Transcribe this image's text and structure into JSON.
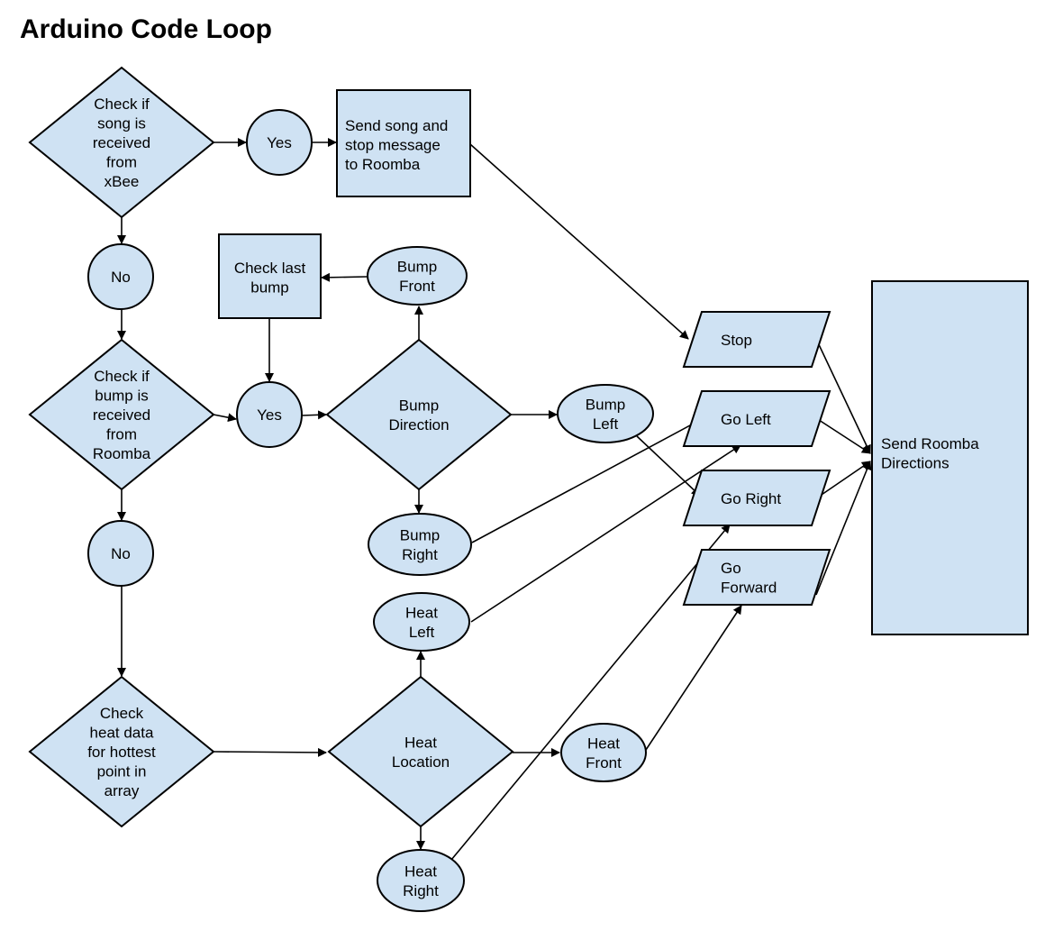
{
  "title": "Arduino Code Loop",
  "colors": {
    "fill": "#cfe2f3",
    "stroke": "#000000",
    "background": "#ffffff"
  },
  "nodes": [
    {
      "id": "check_song",
      "type": "decision",
      "lines": [
        "Check if",
        "song is",
        "received",
        "from",
        "xBee"
      ]
    },
    {
      "id": "yes_song",
      "type": "connector",
      "lines": [
        "Yes"
      ]
    },
    {
      "id": "send_song",
      "type": "process",
      "lines": [
        "Send song and",
        "stop message",
        "to Roomba"
      ]
    },
    {
      "id": "no_1",
      "type": "connector",
      "lines": [
        "No"
      ]
    },
    {
      "id": "check_bump",
      "type": "decision",
      "lines": [
        "Check if",
        "bump is",
        "received",
        "from",
        "Roomba"
      ]
    },
    {
      "id": "yes_bump",
      "type": "connector",
      "lines": [
        "Yes"
      ]
    },
    {
      "id": "check_last_bump",
      "type": "process",
      "lines": [
        "Check last",
        "bump"
      ]
    },
    {
      "id": "bump_front",
      "type": "connector",
      "lines": [
        "Bump",
        "Front"
      ]
    },
    {
      "id": "bump_direction",
      "type": "decision",
      "lines": [
        "Bump",
        "Direction"
      ]
    },
    {
      "id": "bump_left",
      "type": "connector",
      "lines": [
        "Bump",
        "Left"
      ]
    },
    {
      "id": "bump_right",
      "type": "connector",
      "lines": [
        "Bump",
        "Right"
      ]
    },
    {
      "id": "no_2",
      "type": "connector",
      "lines": [
        "No"
      ]
    },
    {
      "id": "check_heat",
      "type": "decision",
      "lines": [
        "Check",
        "heat data",
        "for hottest",
        "point in",
        "array"
      ]
    },
    {
      "id": "heat_location",
      "type": "decision",
      "lines": [
        "Heat",
        "Location"
      ]
    },
    {
      "id": "heat_left",
      "type": "connector",
      "lines": [
        "Heat",
        "Left"
      ]
    },
    {
      "id": "heat_front",
      "type": "connector",
      "lines": [
        "Heat",
        "Front"
      ]
    },
    {
      "id": "heat_right",
      "type": "connector",
      "lines": [
        "Heat",
        "Right"
      ]
    },
    {
      "id": "stop",
      "type": "io",
      "lines": [
        "Stop"
      ]
    },
    {
      "id": "go_left",
      "type": "io",
      "lines": [
        "Go Left"
      ]
    },
    {
      "id": "go_right",
      "type": "io",
      "lines": [
        "Go Right"
      ]
    },
    {
      "id": "go_forward",
      "type": "io",
      "lines": [
        "Go",
        "Forward"
      ]
    },
    {
      "id": "send_directions",
      "type": "process",
      "lines": [
        "Send Roomba",
        "Directions"
      ]
    }
  ],
  "edges": [
    {
      "from": "check_song",
      "to": "yes_song"
    },
    {
      "from": "yes_song",
      "to": "send_song"
    },
    {
      "from": "send_song",
      "to": "stop"
    },
    {
      "from": "check_song",
      "to": "no_1"
    },
    {
      "from": "no_1",
      "to": "check_bump"
    },
    {
      "from": "check_bump",
      "to": "yes_bump"
    },
    {
      "from": "yes_bump",
      "to": "bump_direction"
    },
    {
      "from": "bump_direction",
      "to": "bump_front"
    },
    {
      "from": "bump_front",
      "to": "check_last_bump"
    },
    {
      "from": "check_last_bump",
      "to": "yes_bump"
    },
    {
      "from": "bump_direction",
      "to": "bump_left"
    },
    {
      "from": "bump_direction",
      "to": "bump_right"
    },
    {
      "from": "bump_left",
      "to": "go_right"
    },
    {
      "from": "bump_right",
      "to": "go_left"
    },
    {
      "from": "check_bump",
      "to": "no_2"
    },
    {
      "from": "no_2",
      "to": "check_heat"
    },
    {
      "from": "check_heat",
      "to": "heat_location"
    },
    {
      "from": "heat_location",
      "to": "heat_left"
    },
    {
      "from": "heat_location",
      "to": "heat_front"
    },
    {
      "from": "heat_location",
      "to": "heat_right"
    },
    {
      "from": "heat_left",
      "to": "go_left"
    },
    {
      "from": "heat_front",
      "to": "go_forward"
    },
    {
      "from": "heat_right",
      "to": "go_right"
    },
    {
      "from": "stop",
      "to": "send_directions"
    },
    {
      "from": "go_left",
      "to": "send_directions"
    },
    {
      "from": "go_right",
      "to": "send_directions"
    },
    {
      "from": "go_forward",
      "to": "send_directions"
    }
  ]
}
